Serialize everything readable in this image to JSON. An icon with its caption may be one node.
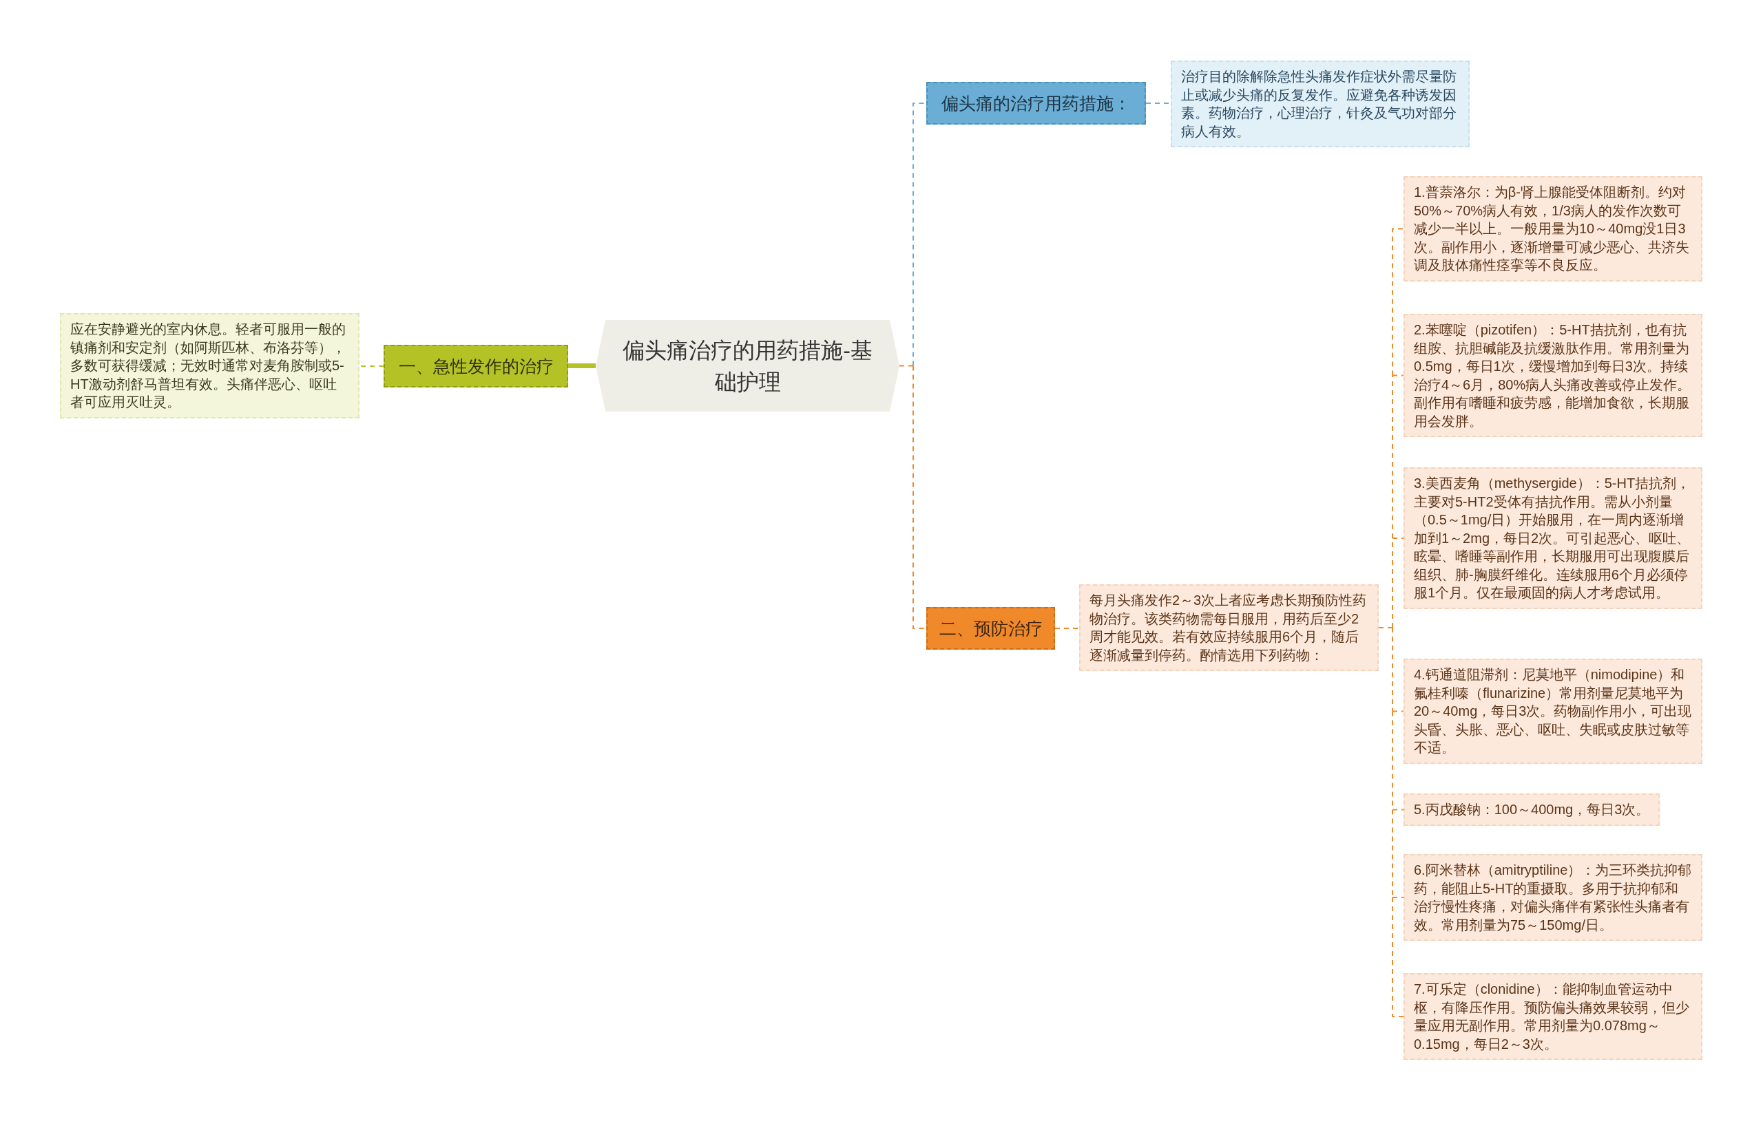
{
  "diagram": {
    "nodes": [
      {
        "text": [
          "偏头痛治疗的用药措施-基础护理"
        ]
      },
      {
        "text": [
          "偏头痛的治疗用药措施："
        ]
      },
      {
        "text": [
          "治疗目的除解除急性头痛发作症状外需尽量防止或减少头痛的反复发作。应避免各种诱发因素。药物治疗，心理治疗，针灸及气功对部分病人有效。"
        ]
      },
      {
        "text": [
          "一、急性发作的治疗"
        ]
      },
      {
        "text": [
          "应在安静避光的室内休息。轻者可服用一般的镇痛剂和安定剂（如阿斯匹林、布洛芬等），多数可获得缓减；无效时通常对麦角胺制或5-HT激动剂舒马普坦有效。头痛伴恶心、呕吐者可应用灭吐灵。"
        ]
      },
      {
        "text": [
          "二、预防治疗"
        ]
      },
      {
        "text": [
          "每月头痛发作2～3次上者应考虑长期预防性药物治疗。该类药物需每日服用，用药后至少2周才能见效。若有效应持续服用6个月，随后逐渐减量到停药。酌情选用下列药物："
        ]
      },
      {
        "text": [
          "1.普萘洛尔：为β-肾上腺能受体阻断剂。约对50%～70%病人有效，1/3病人的发作次数可减少一半以上。一般用量为10～40mg没1日3次。副作用小，逐渐增量可减少恶心、共济失调及肢体痛性痉挛等不良反应。"
        ]
      },
      {
        "text": [
          "2.苯噻啶（pizotifen）：5-HT拮抗剂，也有抗组胺、抗胆碱能及抗缓激肽作用。常用剂量为0.5mg，每日1次，缓慢增加到每日3次。持续治疗4～6月，80%病人头痛改善或停止发作。副作用有嗜睡和疲劳感，能增加食欲，长期服用会发胖。"
        ]
      },
      {
        "text": [
          "3.美西麦角（methysergide）：5-HT拮抗剂，主要对5-HT2受体有拮抗作用。需从小剂量（0.5～1mg/日）开始服用，在一周内逐渐增加到1～2mg，每日2次。可引起恶心、呕吐、眩晕、嗜睡等副作用，长期服用可出现腹膜后组织、肺-胸膜纤维化。连续服用6个月必须停服1个月。仅在最顽固的病人才考虑试用。"
        ]
      },
      {
        "text": [
          "4.钙通道阻滞剂：尼莫地平（nimodipine）和氟桂利嗪（flunarizine）常用剂量尼莫地平为20～40mg，每日3次。药物副作用小，可出现头昏、头胀、恶心、呕吐、失眠或皮肤过敏等不适。"
        ]
      },
      {
        "text": [
          "5.丙戊酸钠：100～400mg，每日3次。"
        ]
      },
      {
        "text": [
          "6.阿米替林（amitryptiline）：为三环类抗抑郁药，能阻止5-HT的重摄取。多用于抗抑郁和治疗慢性疼痛，对偏头痛伴有紧张性头痛者有效。常用剂量为75～150mg/日。"
        ]
      },
      {
        "text": [
          "7.可乐定（clonidine）：能抑制血管运动中枢，有降压作用。预防偏头痛效果较弱，但少量应用无副作用。常用剂量为0.078mg～0.15mg，每日2～3次。"
        ]
      }
    ],
    "edges": [
      {
        "from": 0,
        "to": 1,
        "arrow": "none",
        "style": "dashed",
        "color": "#6aaed6"
      },
      {
        "from": 1,
        "to": 2,
        "arrow": "none",
        "style": "dashed",
        "color": "#6aaed6"
      },
      {
        "from": 0,
        "to": 3,
        "arrow": "none",
        "style": "thick",
        "color": "#b5c226"
      },
      {
        "from": 3,
        "to": 4,
        "arrow": "none",
        "style": "dashed",
        "color": "#b5c226"
      },
      {
        "from": 0,
        "to": 5,
        "arrow": "none",
        "style": "dashed"
      },
      {
        "from": 5,
        "to": 6,
        "arrow": "none",
        "style": "dashed"
      },
      {
        "from": 6,
        "to": 7,
        "arrow": "none",
        "style": "dashed"
      },
      {
        "from": 6,
        "to": 8,
        "arrow": "none",
        "style": "dashed"
      },
      {
        "from": 6,
        "to": 9,
        "arrow": "none",
        "style": "dashed"
      },
      {
        "from": 6,
        "to": 10,
        "arrow": "none",
        "style": "dashed"
      },
      {
        "from": 6,
        "to": 11,
        "arrow": "none",
        "style": "dashed"
      },
      {
        "from": 6,
        "to": 12,
        "arrow": "none",
        "style": "dashed"
      },
      {
        "from": 6,
        "to": 13,
        "arrow": "none",
        "style": "dashed"
      }
    ]
  }
}
